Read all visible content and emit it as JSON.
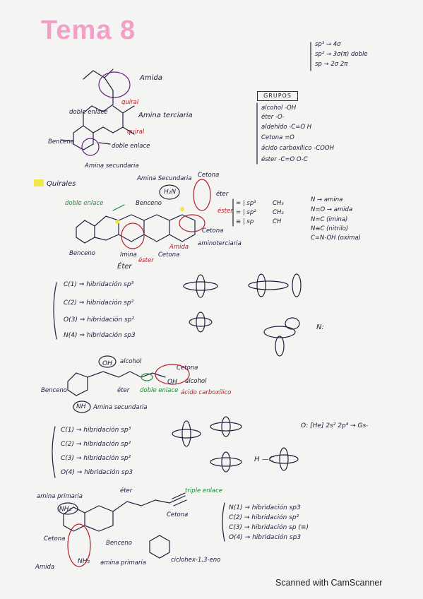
{
  "title": "Tema 8",
  "hybridization_key": [
    "sp³ → 4σ",
    "sp² → 3σ(π) doble",
    "sp → 2σ 2π"
  ],
  "groups": {
    "label": "GRUPOS",
    "items": [
      "alcohol -OH",
      "éter -O-",
      "aldehído -C=O H",
      "Cetona =O",
      "ácido carboxílico -COOH",
      "éster -C=O O-C"
    ]
  },
  "mol1": {
    "labels": [
      "Amida",
      "doble enlace",
      "Amina terciaria",
      "quiral",
      "quiral",
      "Benceno",
      "doble enlace",
      "Amina secundaria"
    ]
  },
  "quirales_label": "Quirales",
  "mol2": {
    "labels": [
      "Amina Secundaria",
      "Cetona",
      "éter",
      "doble enlace",
      "Benceno",
      "H₂N",
      "éster",
      "Cetona",
      "Amida",
      "aminoterciaria",
      "Benceno",
      "Imina",
      "Cetona",
      "éster",
      "Éter"
    ]
  },
  "bond_table": {
    "left": [
      "= | sp³",
      "= | sp²",
      "≡ | sp"
    ],
    "right": [
      "CH₃",
      "CH₂",
      "CH"
    ],
    "nitrogen": [
      "N → amina",
      "N=O → amida",
      "N=C (imina)",
      "N≡C (nitrilo)",
      "C=N-OH (oxima)"
    ]
  },
  "hyb1": [
    "C(1) ⇒ hibridación sp³",
    "C(2) ⇒ hibridación sp²",
    "O(3) ⇒ hibridación sp²",
    "N(4) ⇒ hibridación sp3"
  ],
  "n_label": "N:",
  "mol3": {
    "labels": [
      "OH",
      "alcohol",
      "Cetona",
      "Benceno",
      "éter",
      "doble enlace",
      "OH",
      "alcohol",
      "ácido carboxílico",
      "NH",
      "Amina secundaria"
    ]
  },
  "hyb2": [
    "C(1) → hibridación sp³",
    "C(2) → hibridación sp²",
    "C(3) → hibridación sp²",
    "O(4) → hibridación sp3"
  ],
  "oxygen_config": "O: [He] 2s² 2p⁴ → Gs-",
  "hc_label": "H —C",
  "mol4": {
    "labels": [
      "amina primaria",
      "NH₂",
      "éter",
      "triple enlace",
      "Cetona",
      "Cetona",
      "Benceno",
      "NH₂",
      "amina primaria",
      "Amida",
      "ciclohex-1,3-eno"
    ]
  },
  "hyb3": [
    "N(1) → hibridación sp3",
    "C(2) → hibridación sp²",
    "C(3) → hibridación sp (≡)",
    "O(4) → hibridación sp3"
  ],
  "footer": "Scanned with CamScanner",
  "colors": {
    "title": "#f2a0c6",
    "red": "#b3202a",
    "green": "#1f8a3a",
    "highlight": "#f1e64a",
    "ink": "#1b1b3a"
  }
}
